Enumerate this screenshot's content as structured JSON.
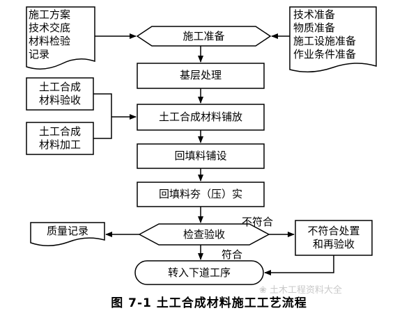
{
  "caption": "图 7-1    土工合成材料施工工艺流程",
  "watermark": "土木工程资料大全",
  "nodes": {
    "prepare": "施工准备",
    "base": "基层处理",
    "lay": "土工合成材料铺放",
    "backfill_lay": "回填料铺设",
    "compact": "回填料夯（压）实",
    "inspect": "检查验收",
    "next": "转入下道工序",
    "nonconform": "不符合处置\n和再验收",
    "quality_record": "质量记录",
    "plan_docs": "施工方案\n技术交底\n材料检验\n记录",
    "prep_items": "技术准备\n物质准备\n施工设施准备\n作业条件准备",
    "mat_check": "土工合成\n材料验收",
    "mat_process": "土工合成\n材料加工"
  },
  "edges": {
    "no": "不符合",
    "yes": "符合"
  },
  "colors": {
    "stroke": "#000000",
    "background": "#ffffff",
    "watermark": "#c9c9c9"
  }
}
